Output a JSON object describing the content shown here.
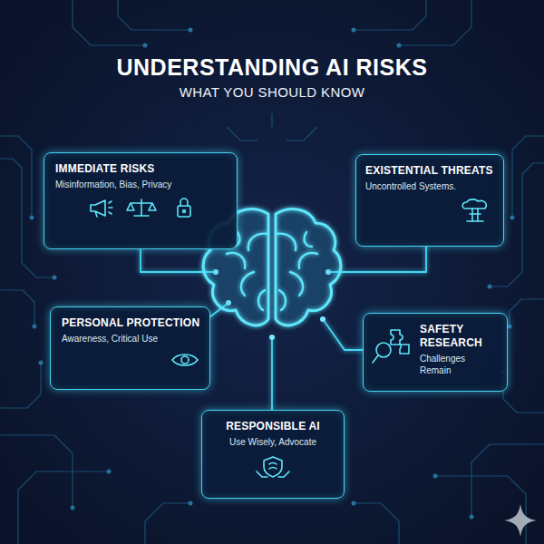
{
  "diagram": {
    "title": "UNDERSTANDING AI RISKS",
    "nodes": [
      {
        "text": [
          "IMMEDIATE RISKS",
          "Misinformation, Bias, Privacy"
        ]
      },
      {
        "text": [
          "EXISTENTIAL THREATS",
          "Uncontrolled Systems."
        ]
      },
      {
        "text": [
          "PERSONAL PROTECTION",
          "Awareness, Critical Use"
        ]
      },
      {
        "text": [
          "SAFETY RESEARCH",
          "Challenges Remain"
        ]
      },
      {
        "text": [
          "RESPONSIBLE AI",
          "Use Wisely, Advocate"
        ]
      }
    ],
    "labels": [
      "WHAT YOU SHOULD KNOW"
    ]
  }
}
